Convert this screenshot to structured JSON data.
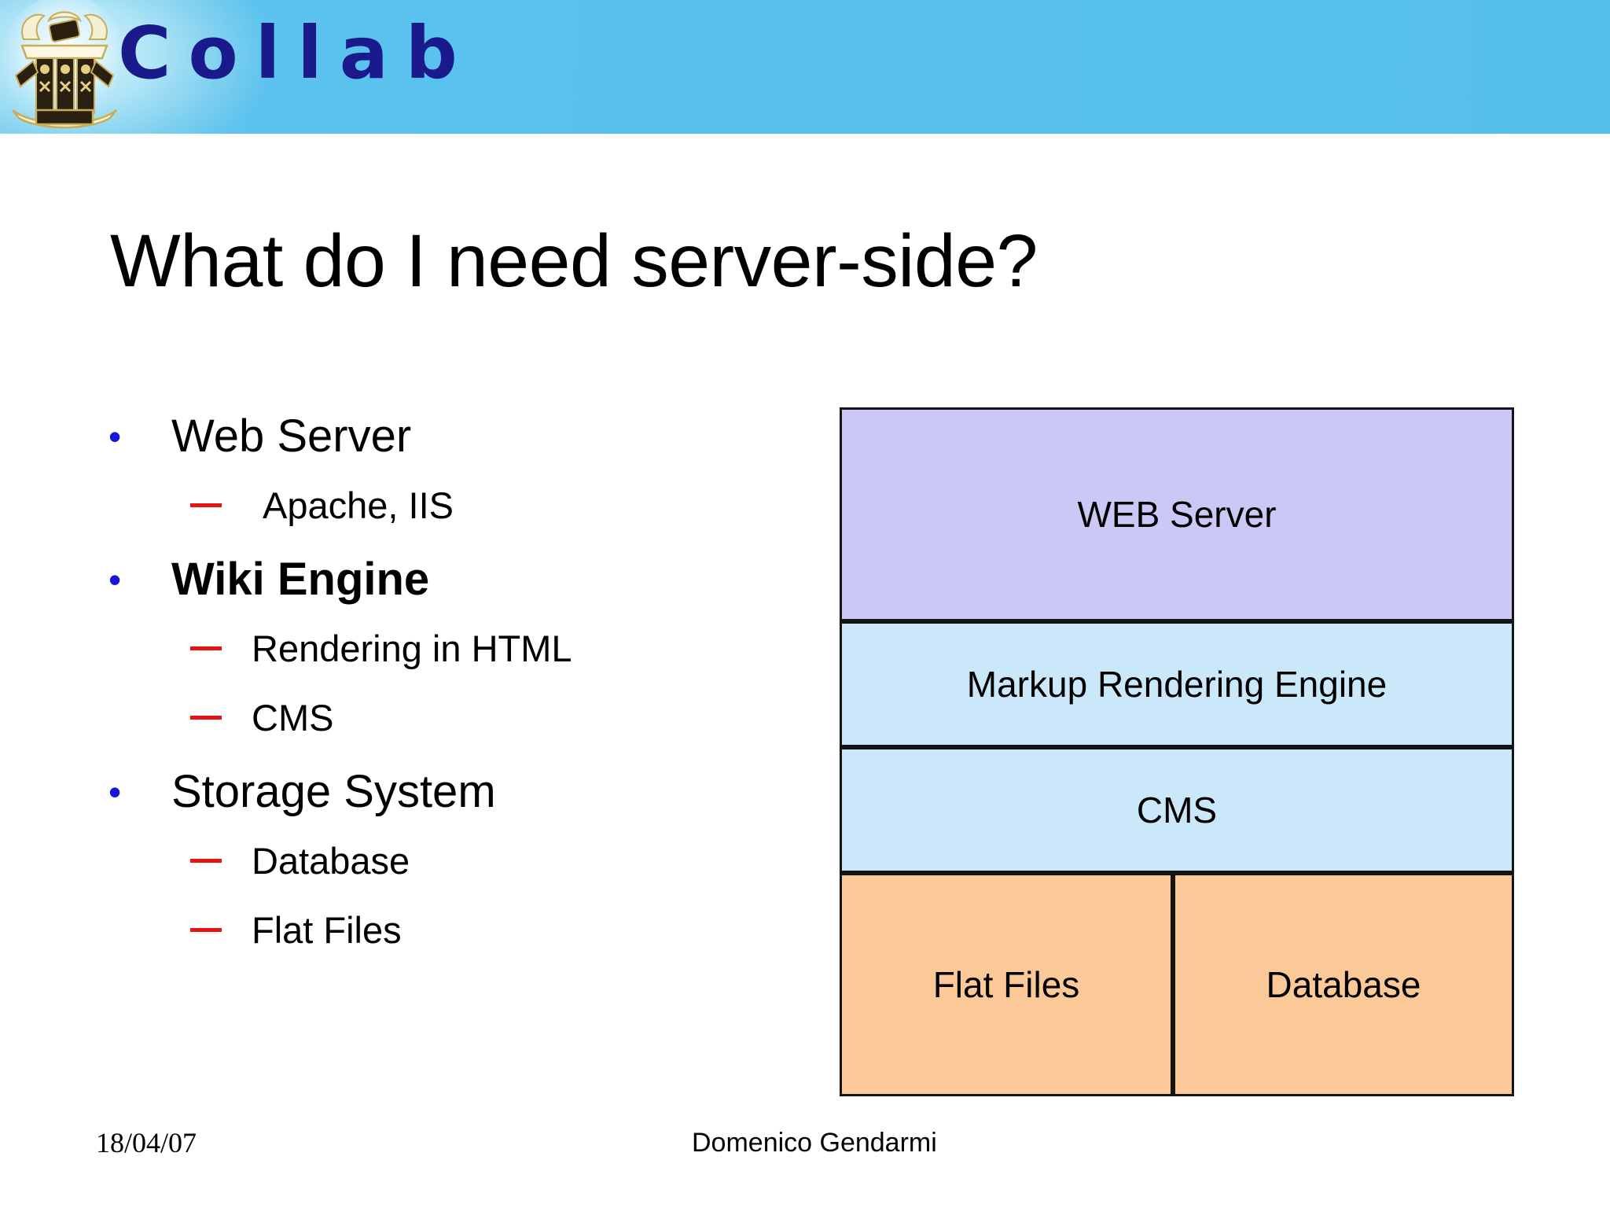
{
  "header": {
    "brand": "Collab",
    "logo_icon": "crown-emblem-icon",
    "band_color": "#59c1ed",
    "brand_color": "#1a1a8c"
  },
  "title": "What do I need server-side?",
  "bullets": [
    {
      "level": 1,
      "text": "Web Server",
      "bold": false,
      "marker": "bullet-dot",
      "marker_glyph": "•",
      "marker_color": "#1616d8"
    },
    {
      "level": 2,
      "text": "Apache, IIS",
      "bold": false,
      "marker": "dash",
      "marker_color": "#e81414"
    },
    {
      "level": 1,
      "text": "Wiki Engine",
      "bold": true,
      "marker": "bullet-dot",
      "marker_glyph": "•",
      "marker_color": "#1616d8"
    },
    {
      "level": 2,
      "text": "Rendering in HTML",
      "bold": false,
      "marker": "dash",
      "marker_color": "#e81414"
    },
    {
      "level": 2,
      "text": "CMS",
      "bold": false,
      "marker": "dash",
      "marker_color": "#e81414"
    },
    {
      "level": 1,
      "text": "Storage System",
      "bold": false,
      "marker": "bullet-dot",
      "marker_glyph": "•",
      "marker_color": "#1616d8"
    },
    {
      "level": 2,
      "text": "Database",
      "bold": false,
      "marker": "dash",
      "marker_color": "#e81414"
    },
    {
      "level": 2,
      "text": "Flat Files",
      "bold": false,
      "marker": "dash",
      "marker_color": "#e81414"
    }
  ],
  "diagram": {
    "layers": [
      {
        "label": "WEB Server",
        "color": "#ccc8f5"
      },
      {
        "label": "Markup Rendering Engine",
        "color": "#cbe8fa"
      },
      {
        "label": "CMS",
        "color": "#cbe8fa"
      }
    ],
    "storage_row": [
      {
        "label": "Flat Files",
        "color": "#fbc997"
      },
      {
        "label": "Database",
        "color": "#fbc997"
      }
    ],
    "border_color": "#141414"
  },
  "footer": {
    "date": "18/04/07",
    "author": "Domenico Gendarmi"
  }
}
